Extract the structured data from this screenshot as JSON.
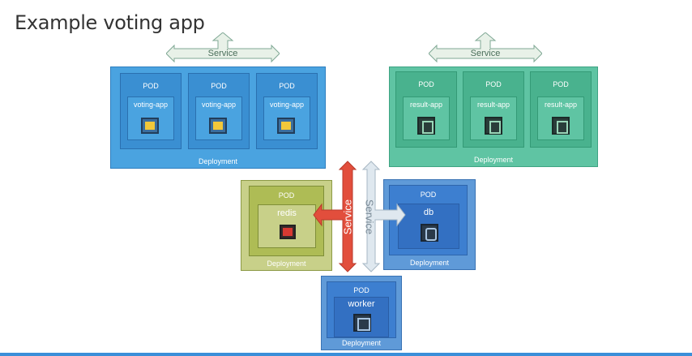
{
  "title": "Example voting app",
  "voting": {
    "service": "Service",
    "deployment": "Deployment",
    "pods": [
      {
        "pod": "POD",
        "container": "voting-app"
      },
      {
        "pod": "POD",
        "container": "voting-app"
      },
      {
        "pod": "POD",
        "container": "voting-app"
      }
    ]
  },
  "result": {
    "service": "Service",
    "deployment": "Deployment",
    "pods": [
      {
        "pod": "POD",
        "container": "result-app"
      },
      {
        "pod": "POD",
        "container": "result-app"
      },
      {
        "pod": "POD",
        "container": "result-app"
      }
    ]
  },
  "redis": {
    "pod": "POD",
    "container": "redis",
    "deployment": "Deployment",
    "service": "Service"
  },
  "db": {
    "pod": "POD",
    "container": "db",
    "deployment": "Deployment",
    "service": "Service"
  },
  "worker": {
    "pod": "POD",
    "container": "worker",
    "deployment": "Deployment"
  },
  "colors": {
    "voting": "#4aa3e0",
    "result": "#5fc4a3",
    "redis": "#b9c76a",
    "db": "#3d7fd0",
    "worker": "#3d7fd0",
    "redis_service_arrow": "#e05040",
    "db_service_arrow": "#dce6ee"
  },
  "icons": {
    "voting": "python-icon",
    "result": "nodejs-icon",
    "redis": "redis-icon",
    "db": "postgres-icon",
    "worker": "dotnet-icon"
  }
}
